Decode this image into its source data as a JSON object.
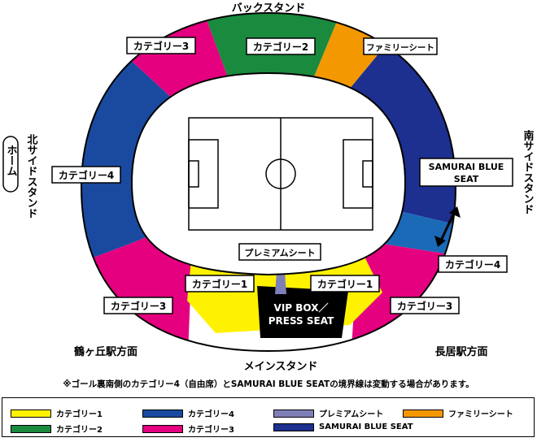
{
  "stands": {
    "back": "バックスタンド",
    "main": "メインスタンド",
    "north": "北サイドスタンド",
    "south": "南サイドスタンド",
    "home": "ホーム"
  },
  "directions": {
    "left": "鶴ヶ丘駅方面",
    "right": "長居駅方面"
  },
  "labels": {
    "cat1": "カテゴリー1",
    "cat2": "カテゴリー2",
    "cat3": "カテゴリー3",
    "cat4": "カテゴリー4",
    "family": "ファミリーシート",
    "premium": "プレミアムシート",
    "samurai_line1": "SAMURAI BLUE",
    "samurai_line2": "SEAT",
    "vip_line1": "VIP BOX／",
    "vip_line2": "PRESS SEAT"
  },
  "note": "※ゴール裏南側のカテゴリー4（自由席）とSAMURAI BLUE SEATの境界線は変動する場合があります。",
  "legend": [
    {
      "label": "カテゴリー1",
      "color": "#fff200"
    },
    {
      "label": "カテゴリー4",
      "color": "#1a4aa0"
    },
    {
      "label": "プレミアムシート",
      "color": "#7f7fb8"
    },
    {
      "label": "ファミリーシート",
      "color": "#f39800"
    },
    {
      "label": "カテゴリー2",
      "color": "#1a8a3e"
    },
    {
      "label": "カテゴリー3",
      "color": "#e4007f"
    },
    {
      "label": "SAMURAI BLUE SEAT",
      "color": "#1d2f8f"
    }
  ],
  "colors": {
    "cat1": "#fff200",
    "cat2": "#1a8a3e",
    "cat3": "#e4007f",
    "cat4": "#1a4aa0",
    "family": "#f39800",
    "premium": "#7f7fb8",
    "samurai": "#1d2f8f",
    "vip": "#000000"
  }
}
